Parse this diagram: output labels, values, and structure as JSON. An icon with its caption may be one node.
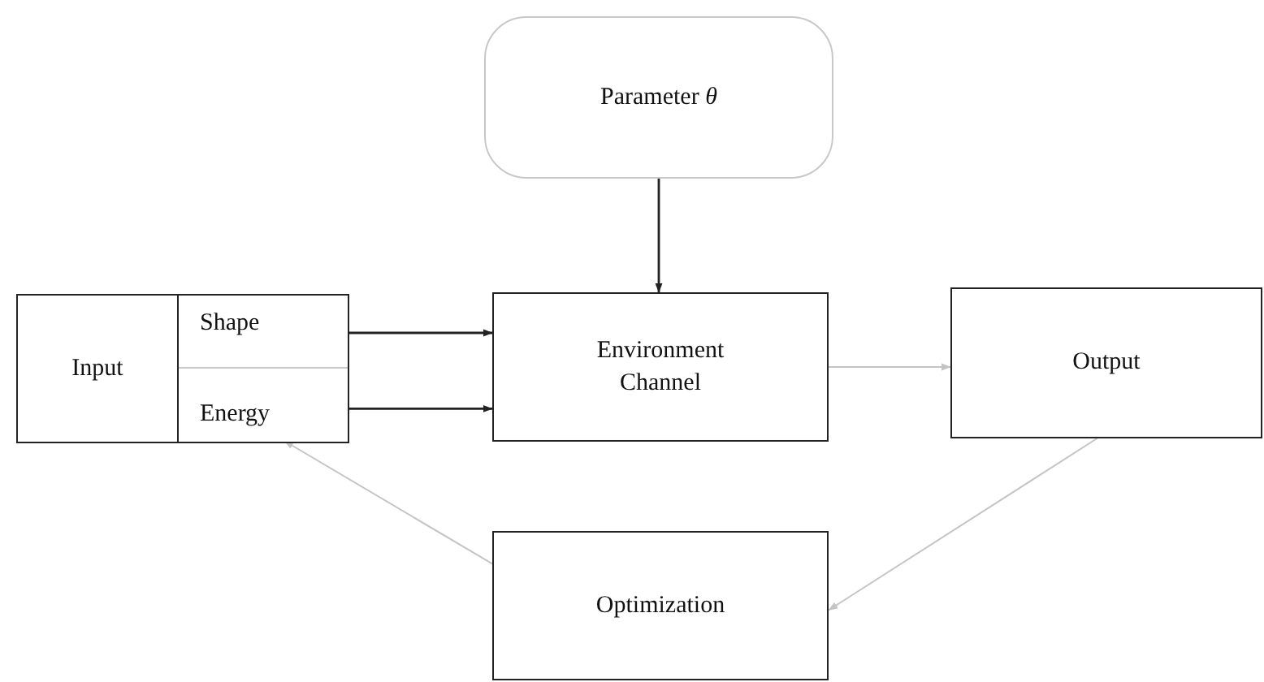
{
  "diagram": {
    "nodes": [
      {
        "text": [
          "Parameter *θ*"
        ]
      },
      {
        "text": [
          "Input"
        ]
      },
      {
        "text": [
          "Shape"
        ],
        "in": 1
      },
      {
        "text": [
          "Energy"
        ],
        "in": 1
      },
      {
        "text": [
          "Environment Channel"
        ]
      },
      {
        "text": [
          "Output"
        ]
      },
      {
        "text": [
          "Optimization"
        ]
      }
    ],
    "edges": [
      {
        "from": 0,
        "to": 4,
        "arrow": "to"
      },
      {
        "from": 2,
        "to": 4,
        "arrow": "to"
      },
      {
        "from": 3,
        "to": 4,
        "arrow": "to"
      },
      {
        "from": 4,
        "to": 5,
        "arrow": "to",
        "color": "#c4c4c4"
      },
      {
        "from": 5,
        "to": 6,
        "arrow": "to",
        "color": "#c4c4c4"
      },
      {
        "from": 6,
        "to": 3,
        "arrow": "to",
        "color": "#c4c4c4"
      }
    ]
  }
}
